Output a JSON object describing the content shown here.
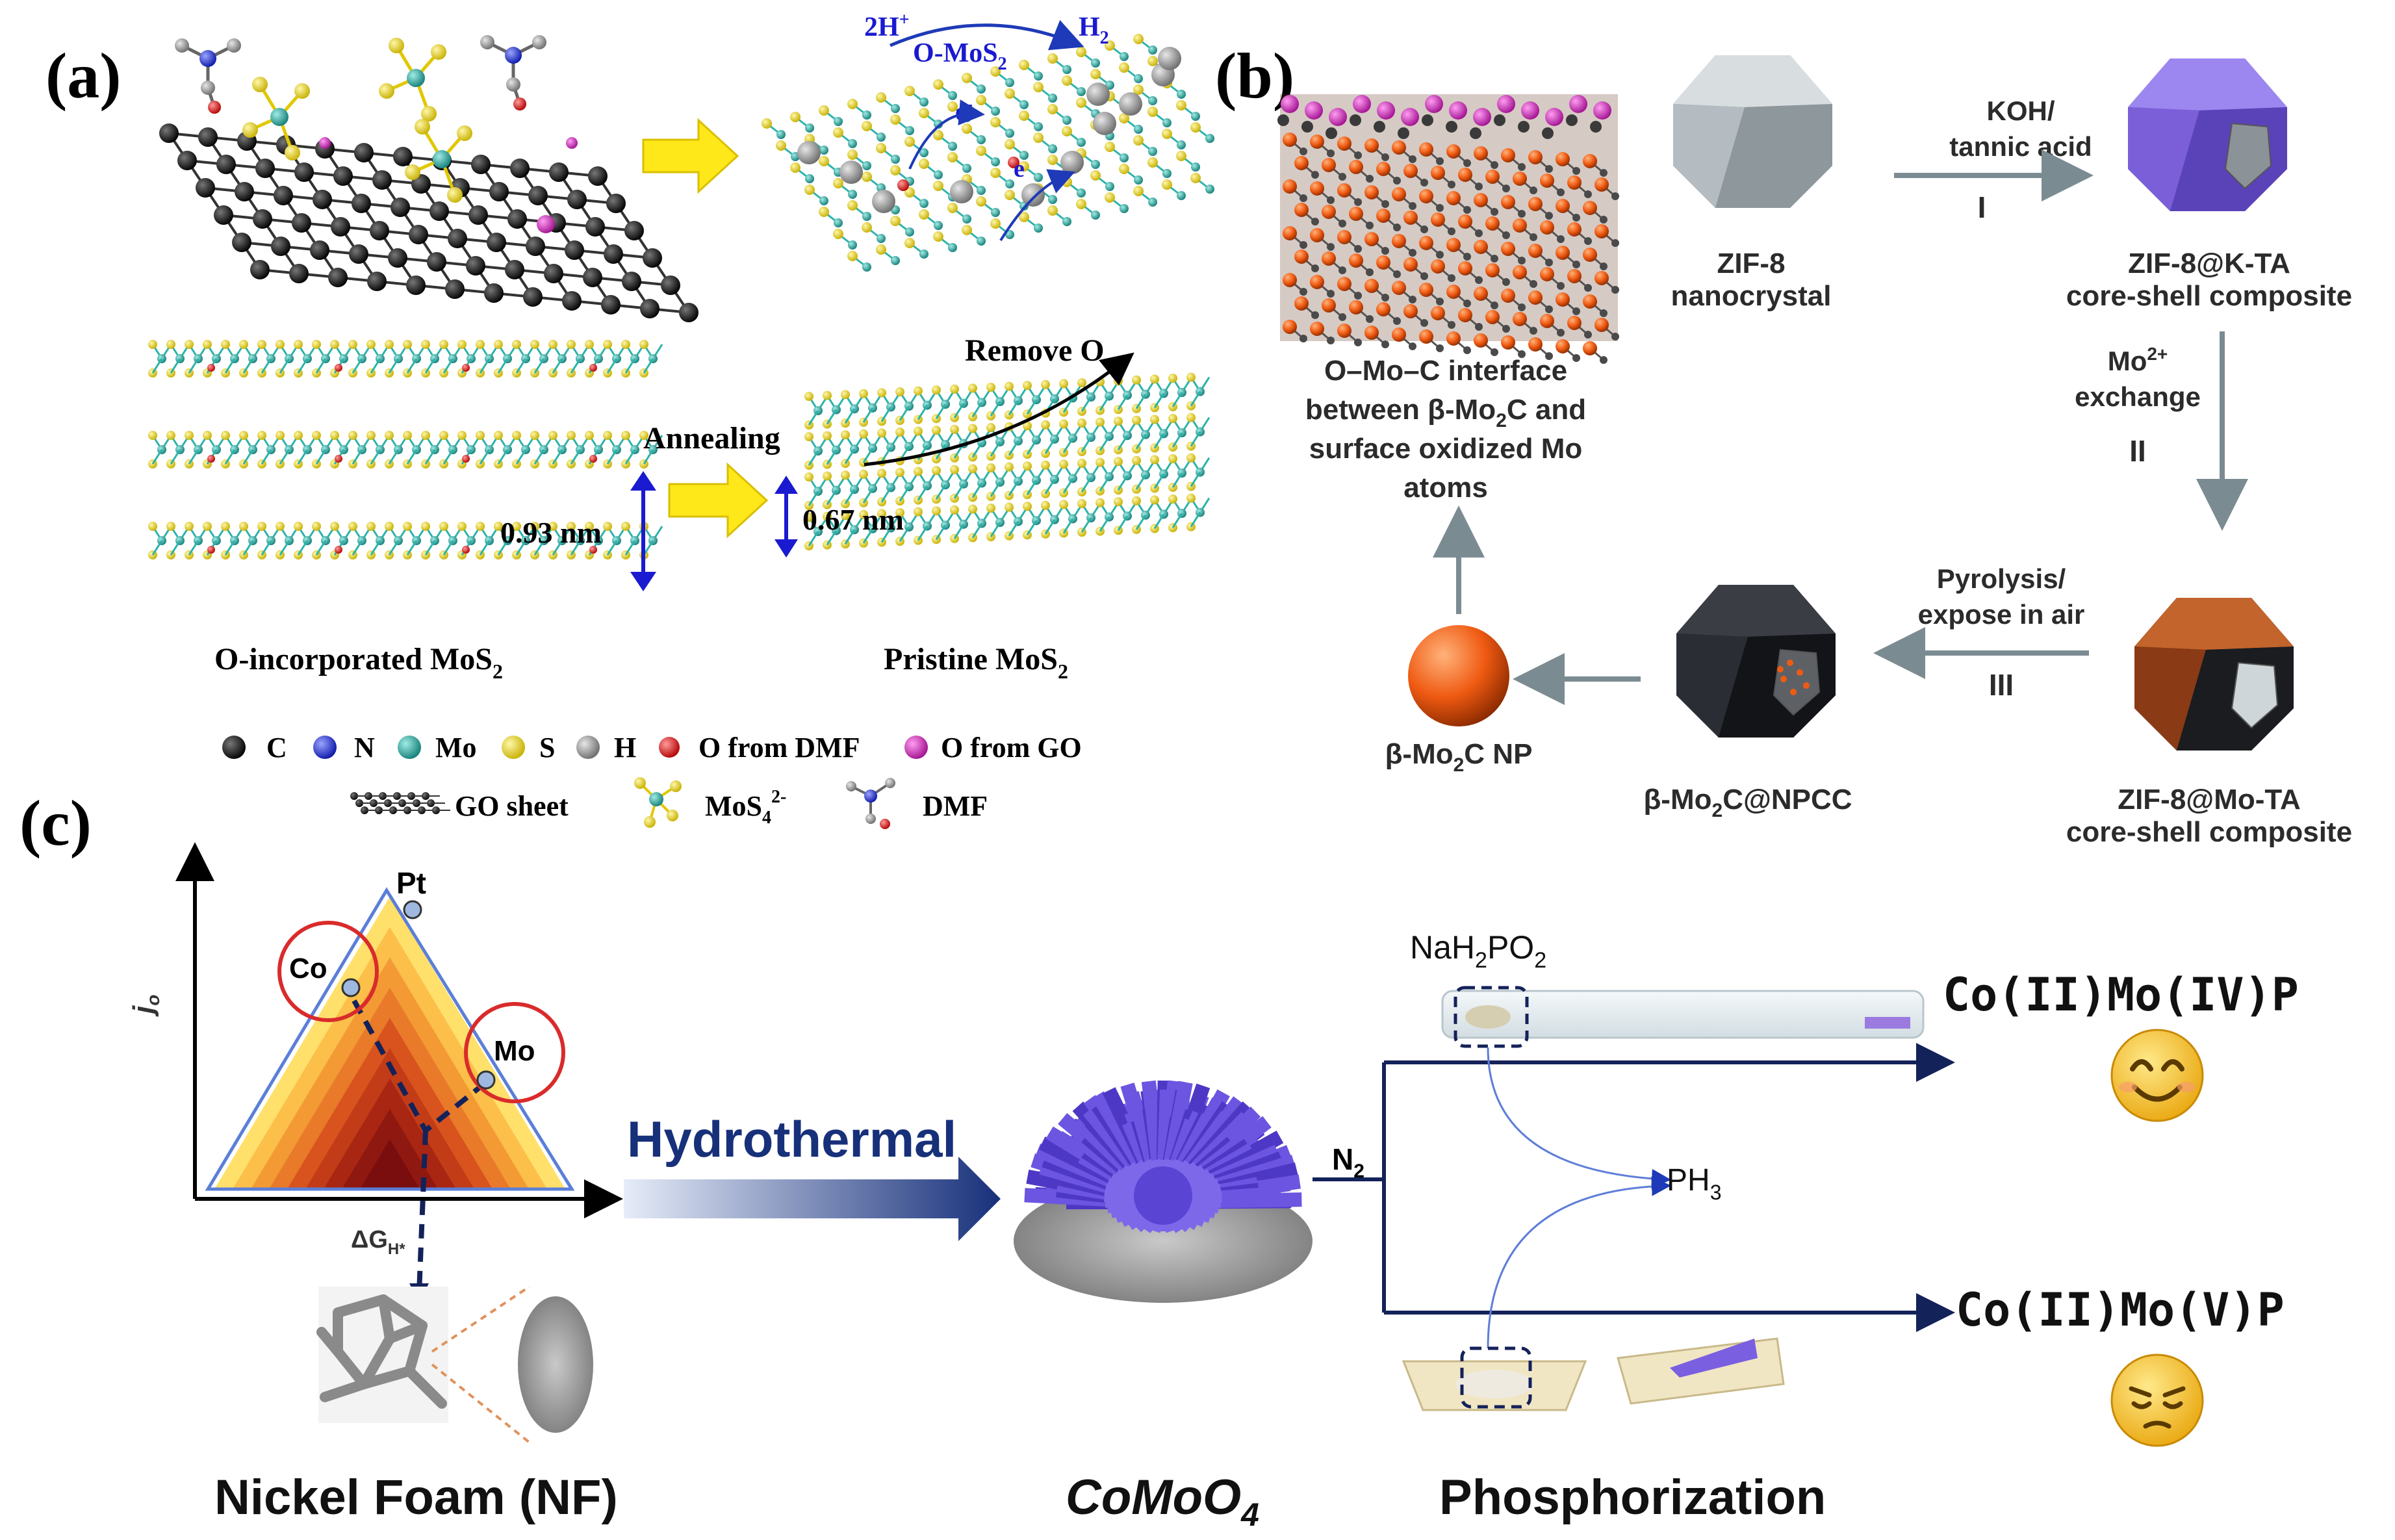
{
  "panel_a": {
    "label": "(a)",
    "reaction_left": "2H",
    "reaction_left_sup": "+",
    "reaction_mid": "O-MoS",
    "reaction_mid_sub": "2",
    "reaction_right": "H",
    "reaction_right_sub": "2",
    "electron": "e",
    "electron_sup": "-",
    "remove_o": "Remove O",
    "annealing": "Annealing",
    "spacing_left": "0.93 nm",
    "spacing_right": "0.67 nm",
    "caption_left": "O-incorporated MoS",
    "caption_left_sub": "2",
    "caption_right": "Pristine MoS",
    "caption_right_sub": "2",
    "legend": {
      "c": "C",
      "n": "N",
      "mo": "Mo",
      "s": "S",
      "h": "H",
      "o_dmf": "O from DMF",
      "o_go": "O from GO",
      "go_sheet": "GO sheet",
      "mos4": "MoS",
      "mos4_sub": "4",
      "mos4_sup": "2-",
      "dmf": "DMF"
    },
    "colors": {
      "carbon": "#111111",
      "nitrogen": "#1e2bd6",
      "molybdenum": "#1fa9a0",
      "sulfur": "#f2e21c",
      "hydrogen": "#8c8c8c",
      "oxygen_dmf": "#e0141e",
      "oxygen_go": "#d61fc4"
    }
  },
  "panel_b": {
    "label": "(b)",
    "interface_text_1": "O–Mo–C interface",
    "interface_text_2": "between β-Mo",
    "interface_text_2_sub": "2",
    "interface_text_2_end": "C and",
    "interface_text_3": "surface oxidized Mo",
    "interface_text_4": "atoms",
    "zif8_1": "ZIF-8",
    "zif8_2": "nanocrystal",
    "step1_text_1": "KOH/",
    "step1_text_2": "tannic acid",
    "step1_numeral": "I",
    "zifk_1": "ZIF-8@K-TA",
    "zifk_2": "core-shell composite",
    "mo_exchange_1": "Mo",
    "mo_exchange_1_sup": "2+",
    "mo_exchange_2": "exchange",
    "step2_numeral": "II",
    "pyro_1": "Pyrolysis/",
    "pyro_2": "expose in air",
    "step3_numeral": "III",
    "zifmo_1": "ZIF-8@Mo-TA",
    "zifmo_2": "core-shell composite",
    "npcc": "β-Mo",
    "npcc_sub": "2",
    "npcc_end": "C@NPCC",
    "np": "β-Mo",
    "np_sub": "2",
    "np_end": "C NP",
    "colors": {
      "zif8": "#aeb6bb",
      "purple": "#7b5fd9",
      "brown": "#a8481a",
      "dark": "#1a1c20",
      "orange_np": "#ef5a12",
      "arrow": "#7b8b92"
    }
  },
  "panel_c": {
    "label": "(c)",
    "y_axis_label": "j",
    "y_axis_sub": "o",
    "x_axis_label": "ΔG",
    "x_axis_sub": "H*",
    "point_pt": "Pt",
    "point_co": "Co",
    "point_mo": "Mo",
    "hydrothermal": "Hydrothermal",
    "n2": "N",
    "n2_sub": "2",
    "nah2po2_a": "NaH",
    "nah2po2_sub1": "2",
    "nah2po2_b": "PO",
    "nah2po2_sub2": "2",
    "ph3": "PH",
    "ph3_sub": "3",
    "product_top": "Co(II)Mo(IV)P",
    "product_bottom": "Co(II)Mo(V)P",
    "nickel_foam": "Nickel Foam (NF)",
    "comoo4_a": "CoMoO",
    "comoo4_sub": "4",
    "phosphorization": "Phosphorization",
    "colors": {
      "triangle_outline": "#5b7fd8",
      "circle_red": "#d92b2b",
      "urchin": "#6c55e0",
      "arrow_navy": "#14225a",
      "emoji": "#f6c531"
    }
  }
}
